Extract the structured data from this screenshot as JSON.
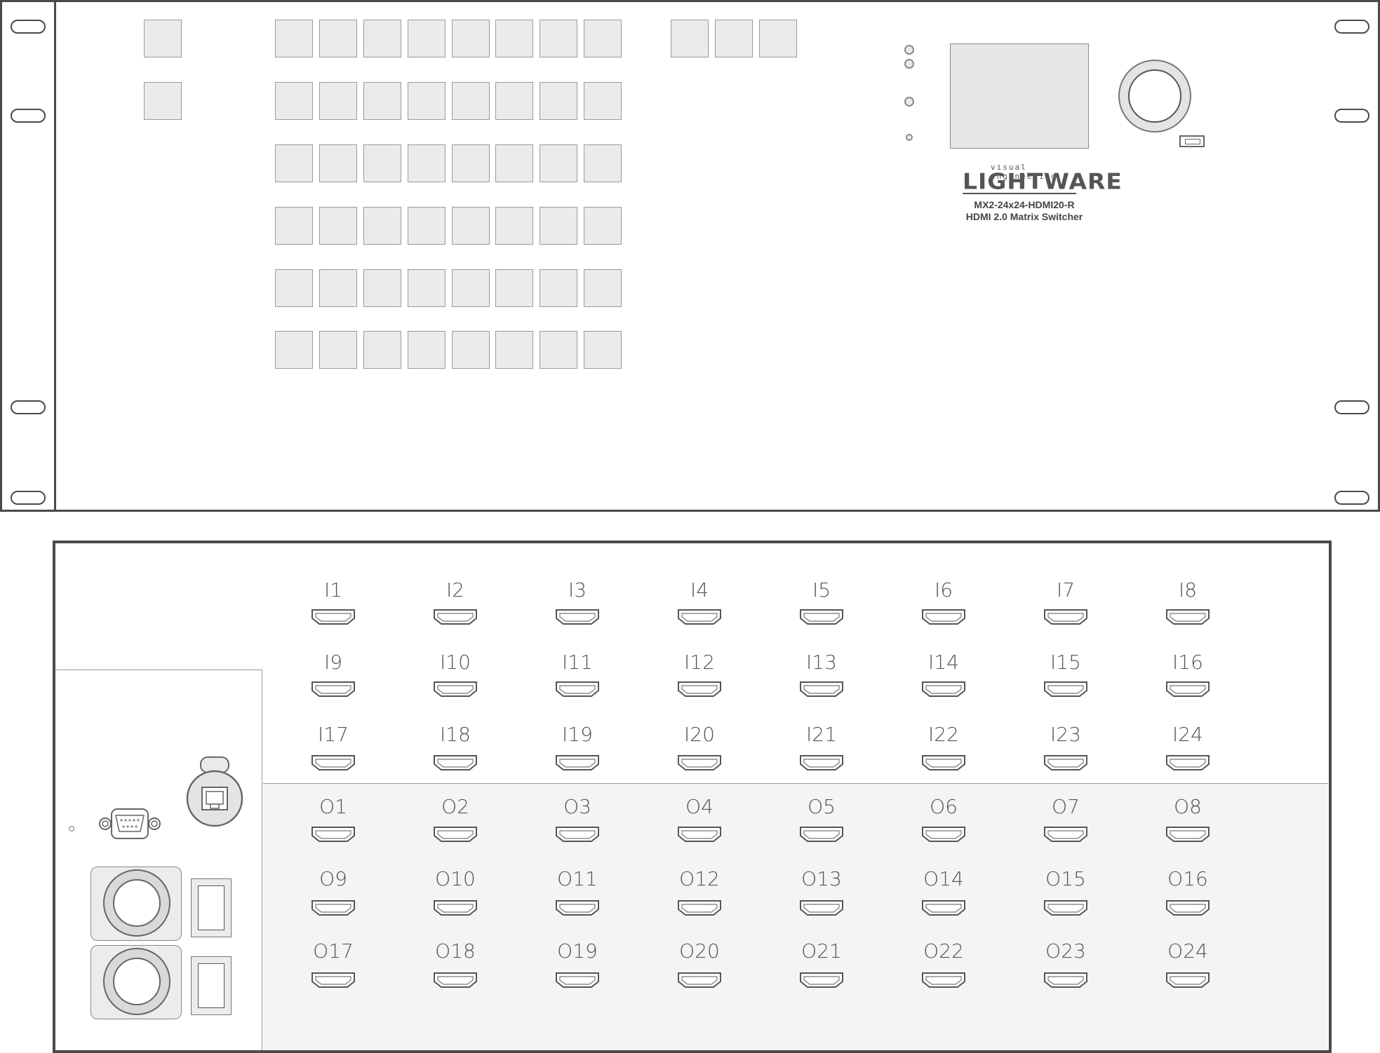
{
  "front": {
    "brand_tagline": "visual engineering",
    "brand_name": "LIGHTWARE",
    "model_number": "MX2-24x24-HDMI20-R",
    "model_description": "HDMI 2.0 Matrix Switcher"
  },
  "rear": {
    "inputs": [
      "I1",
      "I2",
      "I3",
      "I4",
      "I5",
      "I6",
      "I7",
      "I8",
      "I9",
      "I10",
      "I11",
      "I12",
      "I13",
      "I14",
      "I15",
      "I16",
      "I17",
      "I18",
      "I19",
      "I20",
      "I21",
      "I22",
      "I23",
      "I24"
    ],
    "outputs": [
      "O1",
      "O2",
      "O3",
      "O4",
      "O5",
      "O6",
      "O7",
      "O8",
      "O9",
      "O10",
      "O11",
      "O12",
      "O13",
      "O14",
      "O15",
      "O16",
      "O17",
      "O18",
      "O19",
      "O20",
      "O21",
      "O22",
      "O23",
      "O24"
    ]
  },
  "icons": {
    "hdmi_port": "hdmi-port-icon",
    "dsub": "serial-port-icon",
    "rj45": "ethernet-port-icon",
    "power": "power-connector-icon",
    "switch": "power-switch-icon",
    "knob": "jog-dial-icon",
    "usb": "usb-port-icon"
  }
}
